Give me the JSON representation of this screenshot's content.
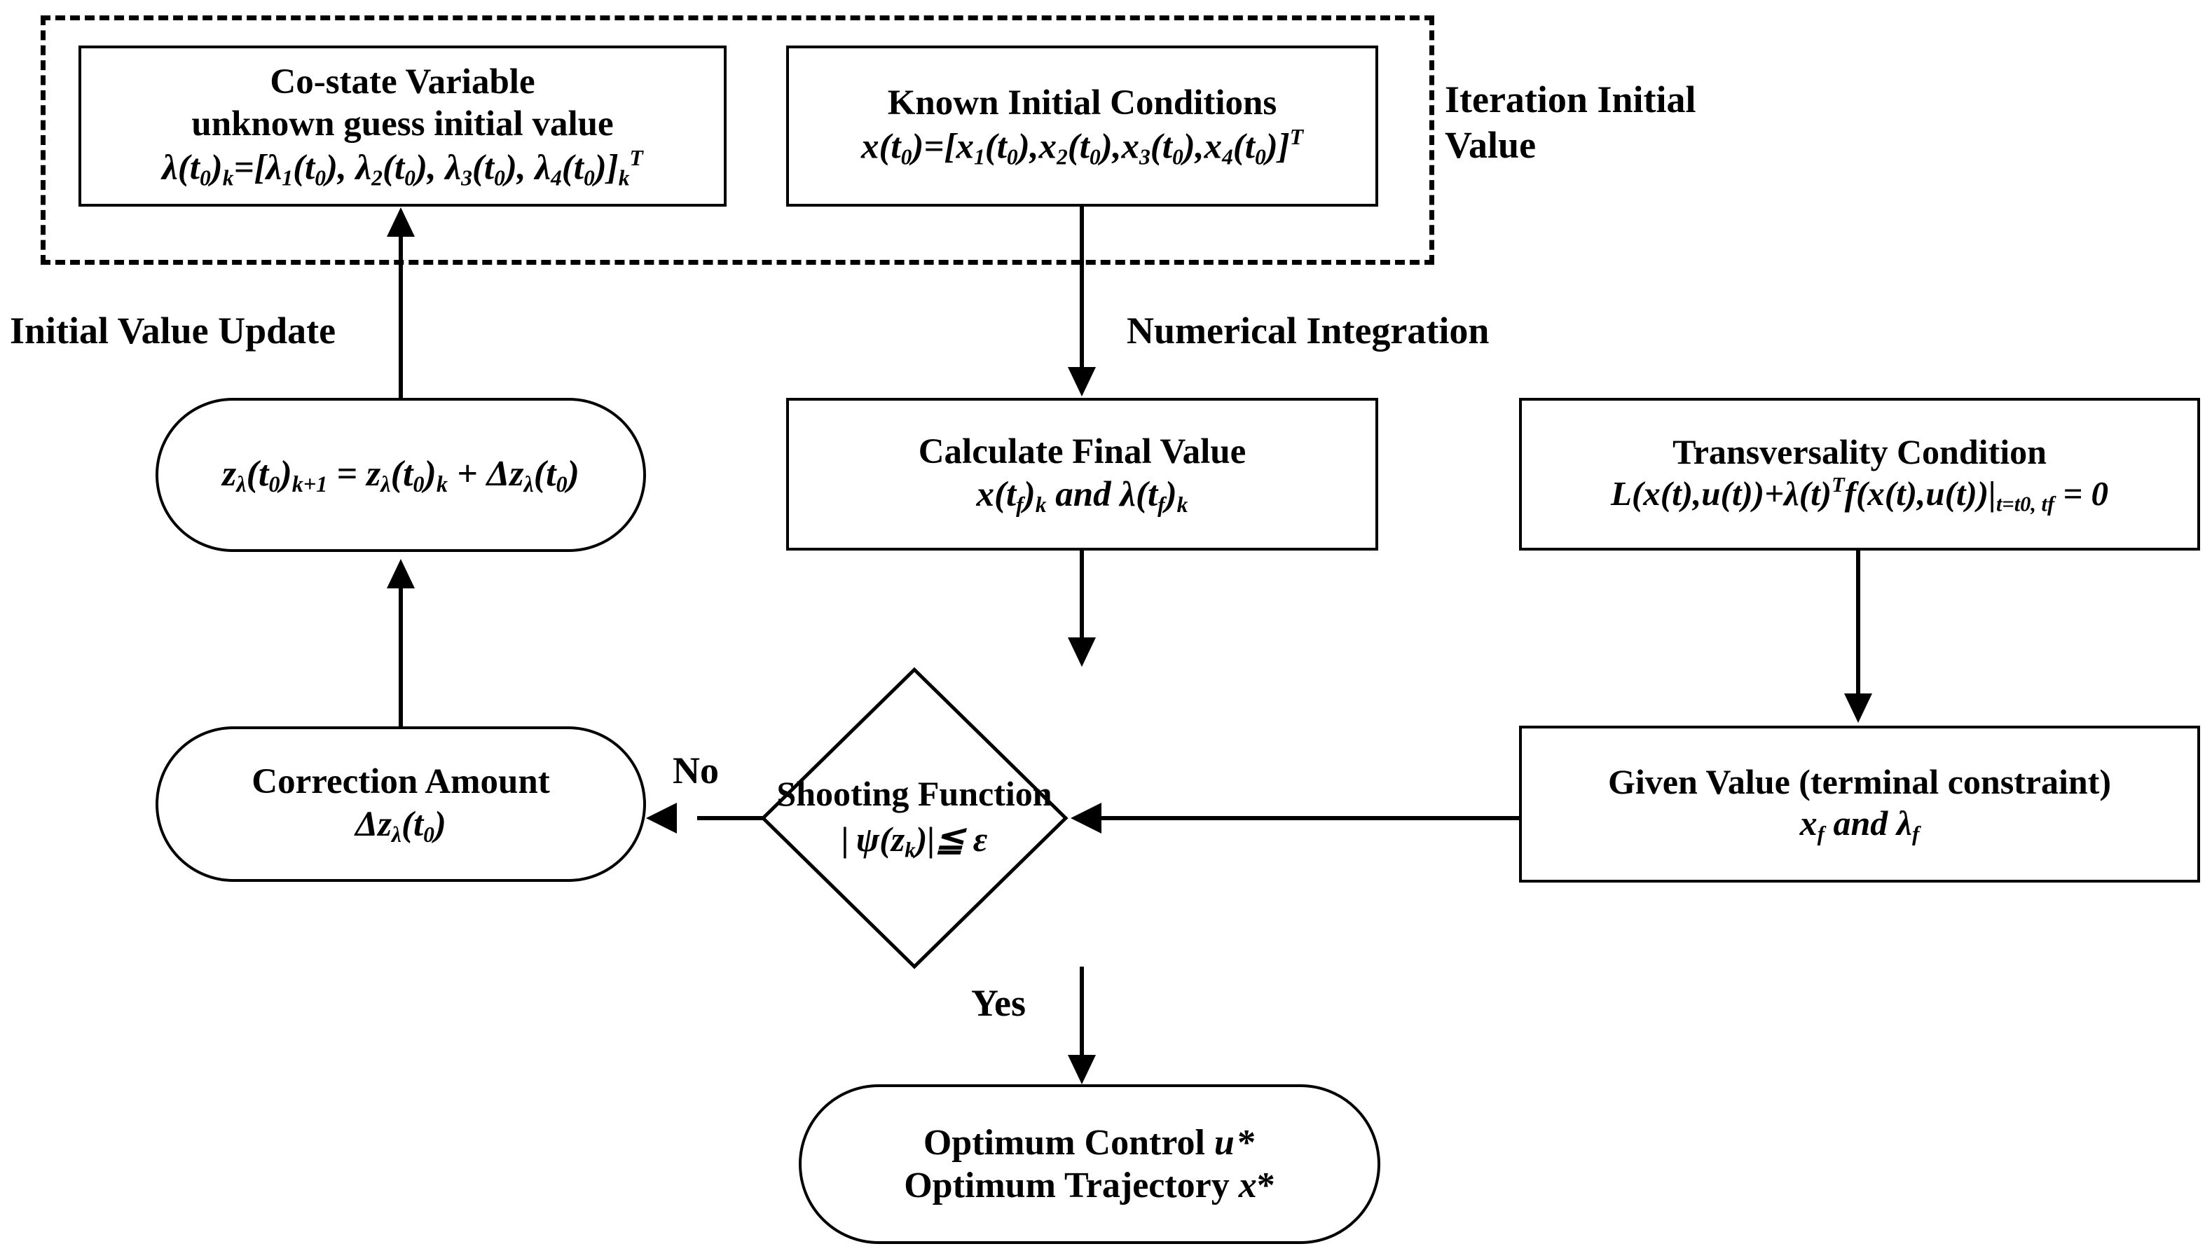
{
  "diagram": {
    "title": "Indirect shooting method flowchart",
    "group_label": {
      "line1": "Iteration Initial",
      "line2": "Value"
    },
    "nodes": {
      "costate": {
        "line1": "Co-state Variable",
        "line2": "unknown guess initial value",
        "line3": "λ(t0)k=[λ1(t0), λ2(t0), λ3(t0), λ4(t0)]kT"
      },
      "known_initial": {
        "line1": "Known Initial Conditions",
        "line2": "x(t0)=[x1(t0),x2(t0),x3(t0),x4(t0)]T"
      },
      "update": {
        "line1": "zλ(t0)k+1 = zλ(t0)k + Δzλ(t0)"
      },
      "calculate_final": {
        "line1": "Calculate Final Value",
        "line2": "x(tf)k and λ(tf)k"
      },
      "transversality": {
        "line1": "Transversality Condition",
        "line2": "L(x(t),u(t))+λ(t)Tf(x(t),u(t))|t=t0, tf = 0"
      },
      "correction": {
        "line1": "Correction Amount",
        "line2": "Δzλ(t0)"
      },
      "shooting": {
        "line1": "Shooting Function",
        "line2": "| ψ(zk)| ≦ ε"
      },
      "given_value": {
        "line1": "Given Value (terminal constraint)",
        "line2": "xf and λf"
      },
      "optimum": {
        "line1": "Optimum Control u*",
        "line2": "Optimum Trajectory x*"
      }
    },
    "edge_labels": {
      "initial_value_update": "Initial Value Update",
      "numerical_integration": "Numerical Integration",
      "no": "No",
      "yes": "Yes"
    },
    "colors": {
      "stroke": "#000000",
      "background": "#ffffff"
    }
  }
}
